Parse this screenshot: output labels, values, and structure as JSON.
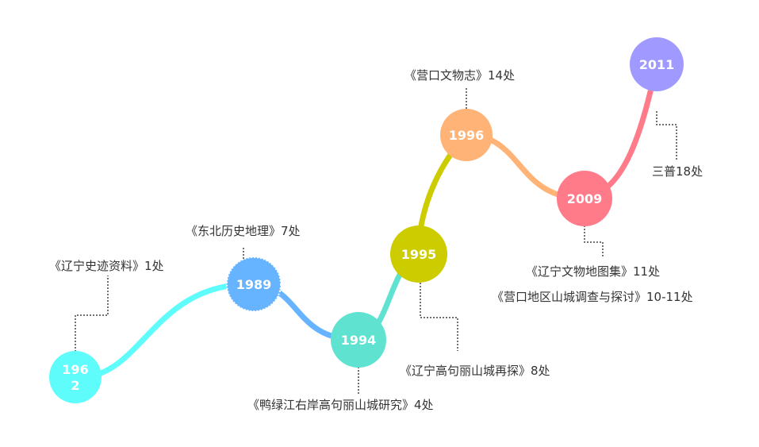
{
  "nodes": [
    {
      "id": "n1962",
      "label_lines": [
        "196",
        "2"
      ],
      "color": "#5ffcfc"
    },
    {
      "id": "n1989",
      "label_lines": [
        "1989"
      ],
      "color": "#66b3ff"
    },
    {
      "id": "n1994",
      "label_lines": [
        "1994"
      ],
      "color": "#5fe3d0"
    },
    {
      "id": "n1995",
      "label_lines": [
        "1995"
      ],
      "color": "#cccc00"
    },
    {
      "id": "n1996",
      "label_lines": [
        "1996"
      ],
      "color": "#ffb376"
    },
    {
      "id": "n2009",
      "label_lines": [
        "2009"
      ],
      "color": "#ff7b8a"
    },
    {
      "id": "n2011",
      "label_lines": [
        "2011"
      ],
      "color": "#a099ff"
    }
  ],
  "captions": {
    "c1962": "《辽宁史迹资料》1处",
    "c1989": "《东北历史地理》7处",
    "c1994": "《鸭绿江右岸高句丽山城研究》4处",
    "c1995": "《辽宁高句丽山城再探》8处",
    "c1996": "《营口文物志》14处",
    "c2009a": "《辽宁文物地图集》11处",
    "c2009b": "《营口地区山城调查与探讨》10-11处",
    "c2011": "三普18处"
  },
  "colors": {
    "text": "#333333",
    "dotted": "#444444"
  }
}
